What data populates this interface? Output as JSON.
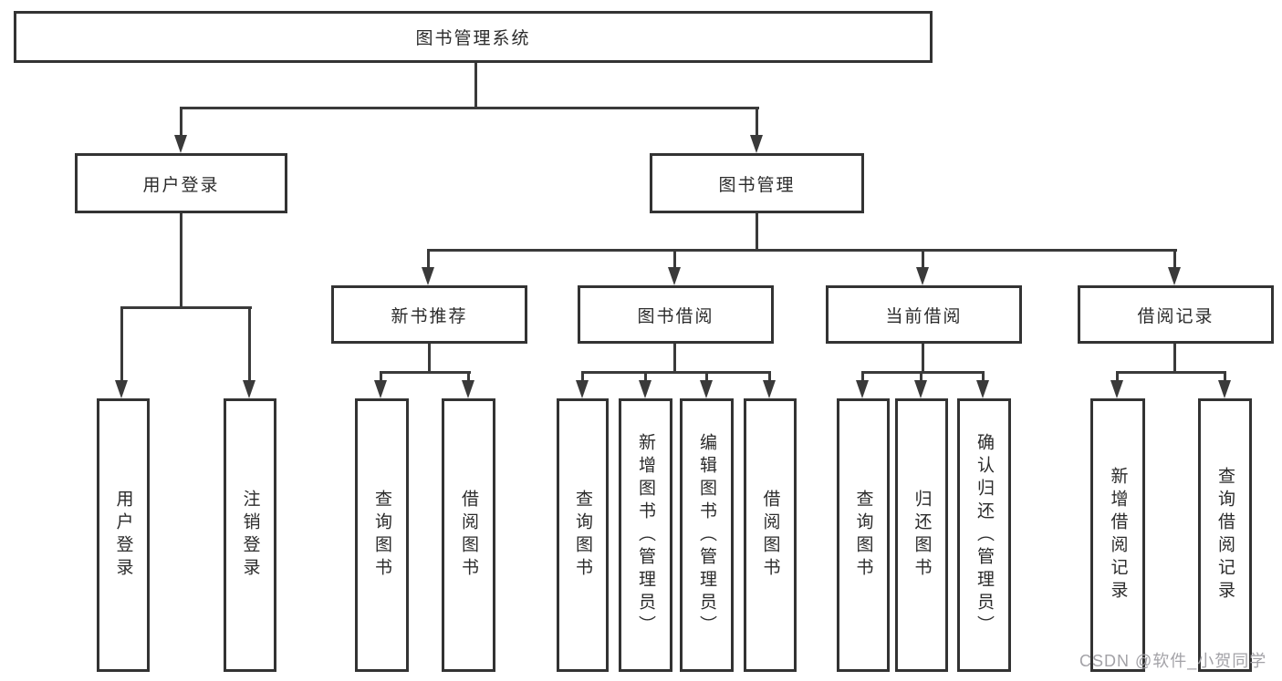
{
  "nodes": {
    "root": "图书管理系统",
    "user_login": "用户登录",
    "book_mgmt": "图书管理",
    "new_book_rec": "新书推荐",
    "book_borrow": "图书借阅",
    "current_borrow": "当前借阅",
    "borrow_record": "借阅记录",
    "leaf_user_login": "用户登录",
    "leaf_logout": "注销登录",
    "rec_query_book": "查询图书",
    "rec_borrow_book": "借阅图书",
    "bb_query_book": "查询图书",
    "bb_add_book": "新增图书（管理员）",
    "bb_edit_book": "编辑图书（管理员）",
    "bb_borrow_book": "借阅图书",
    "cb_query_book": "查询图书",
    "cb_return_book": "归还图书",
    "cb_confirm_return": "确认归还（管理员）",
    "br_add_record": "新增借阅记录",
    "br_query_record": "查询借阅记录"
  },
  "watermark": "CSDN @软件_小贺同学",
  "colors": {
    "line": "#3a3a3a",
    "border": "#333333",
    "text": "#2b2b2b",
    "watermark": "#a3a2a7",
    "background": "#ffffff"
  }
}
